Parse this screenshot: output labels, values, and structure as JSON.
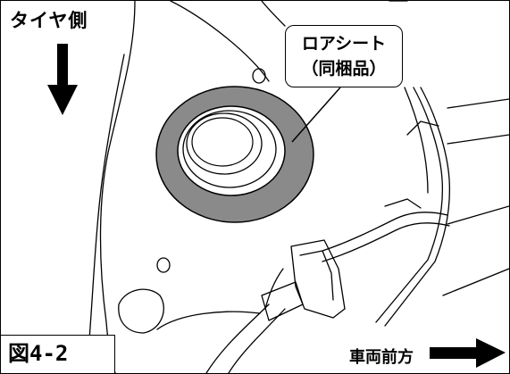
{
  "tire_side_label": "タイヤ側",
  "part_callout": {
    "name": "ロアシート",
    "note": "（同梱品）"
  },
  "figure_number": "図4-2",
  "vehicle_front_label": "車両前方",
  "icons": [
    "arrow-down-icon",
    "arrow-right-icon"
  ],
  "colors": {
    "line": "#000000",
    "seat_fill": "#8a8a8a",
    "background": "#ffffff"
  }
}
